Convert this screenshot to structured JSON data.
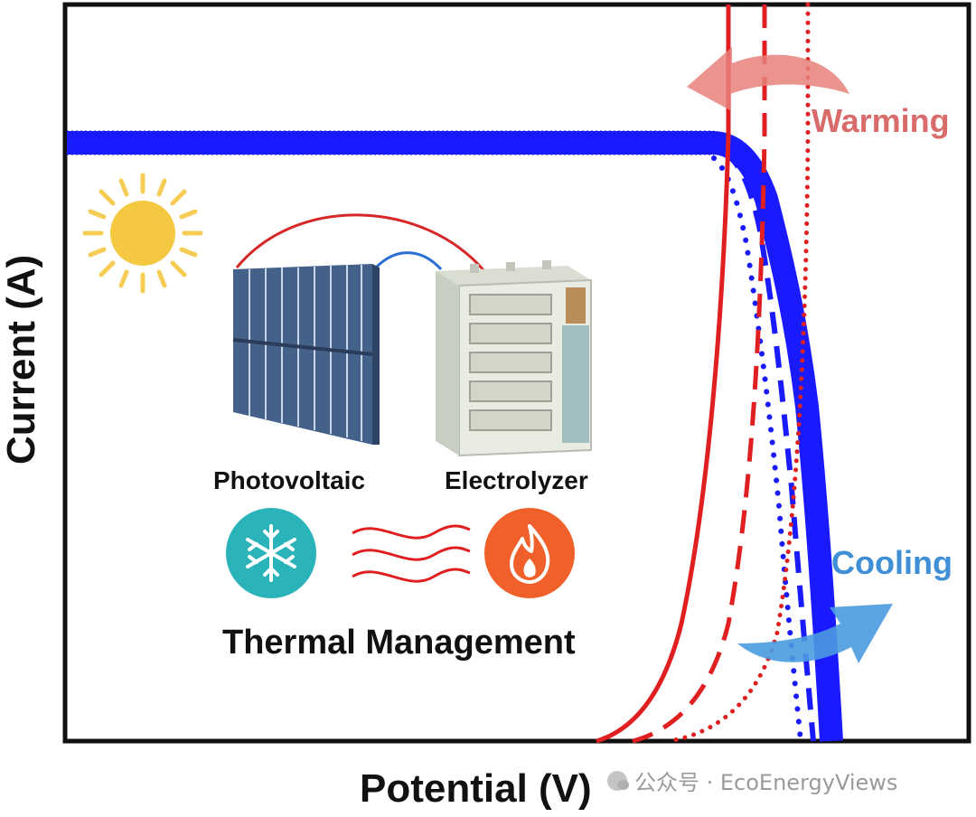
{
  "axes": {
    "x_label": "Potential (V)",
    "y_label": "Current (A)"
  },
  "annotations": {
    "warming": "Warming",
    "cooling": "Cooling"
  },
  "device_labels": {
    "photovoltaic": "Photovoltaic",
    "electrolyzer": "Electrolyzer",
    "thermal_management": "Thermal Management"
  },
  "watermark": {
    "text": "公众号 · EcoEnergyViews"
  },
  "icons": {
    "sun": "sun-icon",
    "snowflake": "snowflake-icon",
    "flame": "flame-icon",
    "heat_waves": "heat-waves-icon"
  },
  "colors": {
    "pv_curve": "#1a1aff",
    "electrolyzer_curve": "#e02020",
    "warming": "#d96b6b",
    "cooling": "#3f8fd6",
    "snow_badge": "#2ab3b8",
    "fire_badge": "#f0602a",
    "sun": "#f5c842"
  }
}
